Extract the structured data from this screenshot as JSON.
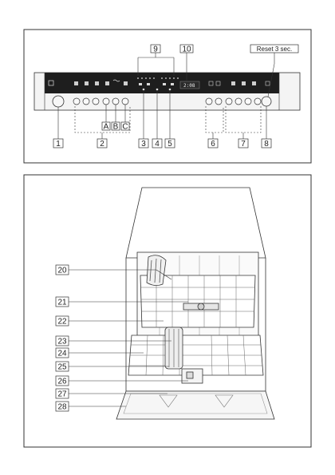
{
  "control_panel": {
    "reset_label": "Reset 3 sec.",
    "display_text": "2:08",
    "numbers": {
      "n1": "1",
      "n2": "2",
      "n3": "3",
      "n4": "4",
      "n5": "5",
      "n6": "6",
      "n7": "7",
      "n8": "8",
      "n9": "9",
      "n10": "10"
    },
    "letters": {
      "a": "A",
      "b": "B",
      "c": "C"
    }
  },
  "interior": {
    "numbers": {
      "n20": "20",
      "n21": "21",
      "n22": "22",
      "n23": "23",
      "n24": "24",
      "n25": "25",
      "n26": "26",
      "n27": "27",
      "n28": "28"
    }
  }
}
